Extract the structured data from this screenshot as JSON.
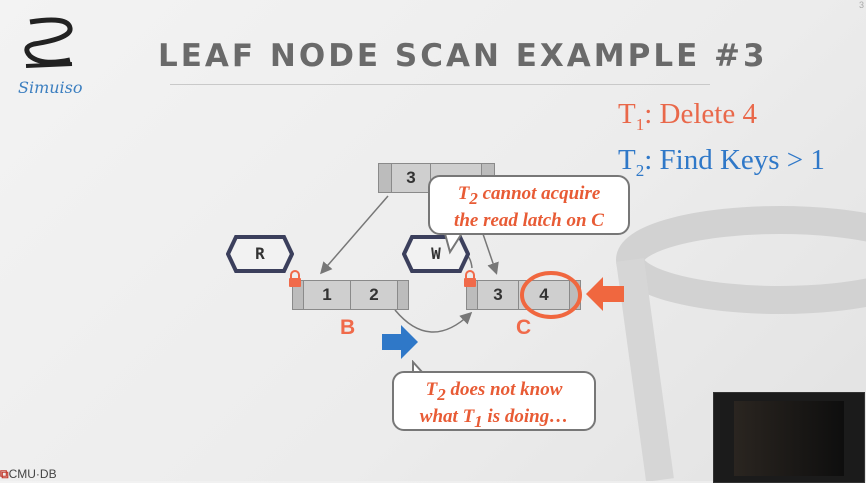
{
  "slide": {
    "title": "LEAF NODE SCAN EXAMPLE #3",
    "logo_text": "Simuiso",
    "footer_logo": "CMU·DB",
    "page_number": "3"
  },
  "transactions": {
    "t1_name": "T",
    "t1_sub": "1",
    "t1_text": ": Delete 4",
    "t2_name": "T",
    "t2_sub": "2",
    "t2_text": ": Find Keys > 1"
  },
  "tree": {
    "root_key": "3",
    "leaf_b": {
      "keys": [
        "1",
        "2"
      ],
      "label": "B"
    },
    "leaf_c": {
      "keys": [
        "3",
        "4"
      ],
      "label": "C"
    }
  },
  "latches": {
    "read": "R",
    "write": "W"
  },
  "callouts": {
    "top_line1": "T",
    "top_line1_sub": "2",
    "top_line1_rest": " cannot acquire",
    "top_line2": "the read latch on C",
    "bottom_line1": "T",
    "bottom_line1_sub": "2",
    "bottom_line1_rest": " does not know",
    "bottom_line2a": "what T",
    "bottom_line2_sub": "1",
    "bottom_line2_rest": " is doing…"
  },
  "colors": {
    "t1": "#e9684a",
    "t2": "#2f78c8",
    "latch_outline": "#3b3f5c"
  },
  "icons": [
    "lock-icon",
    "arrow-right-icon",
    "arrow-left-icon",
    "hexagon-latch-icon"
  ]
}
